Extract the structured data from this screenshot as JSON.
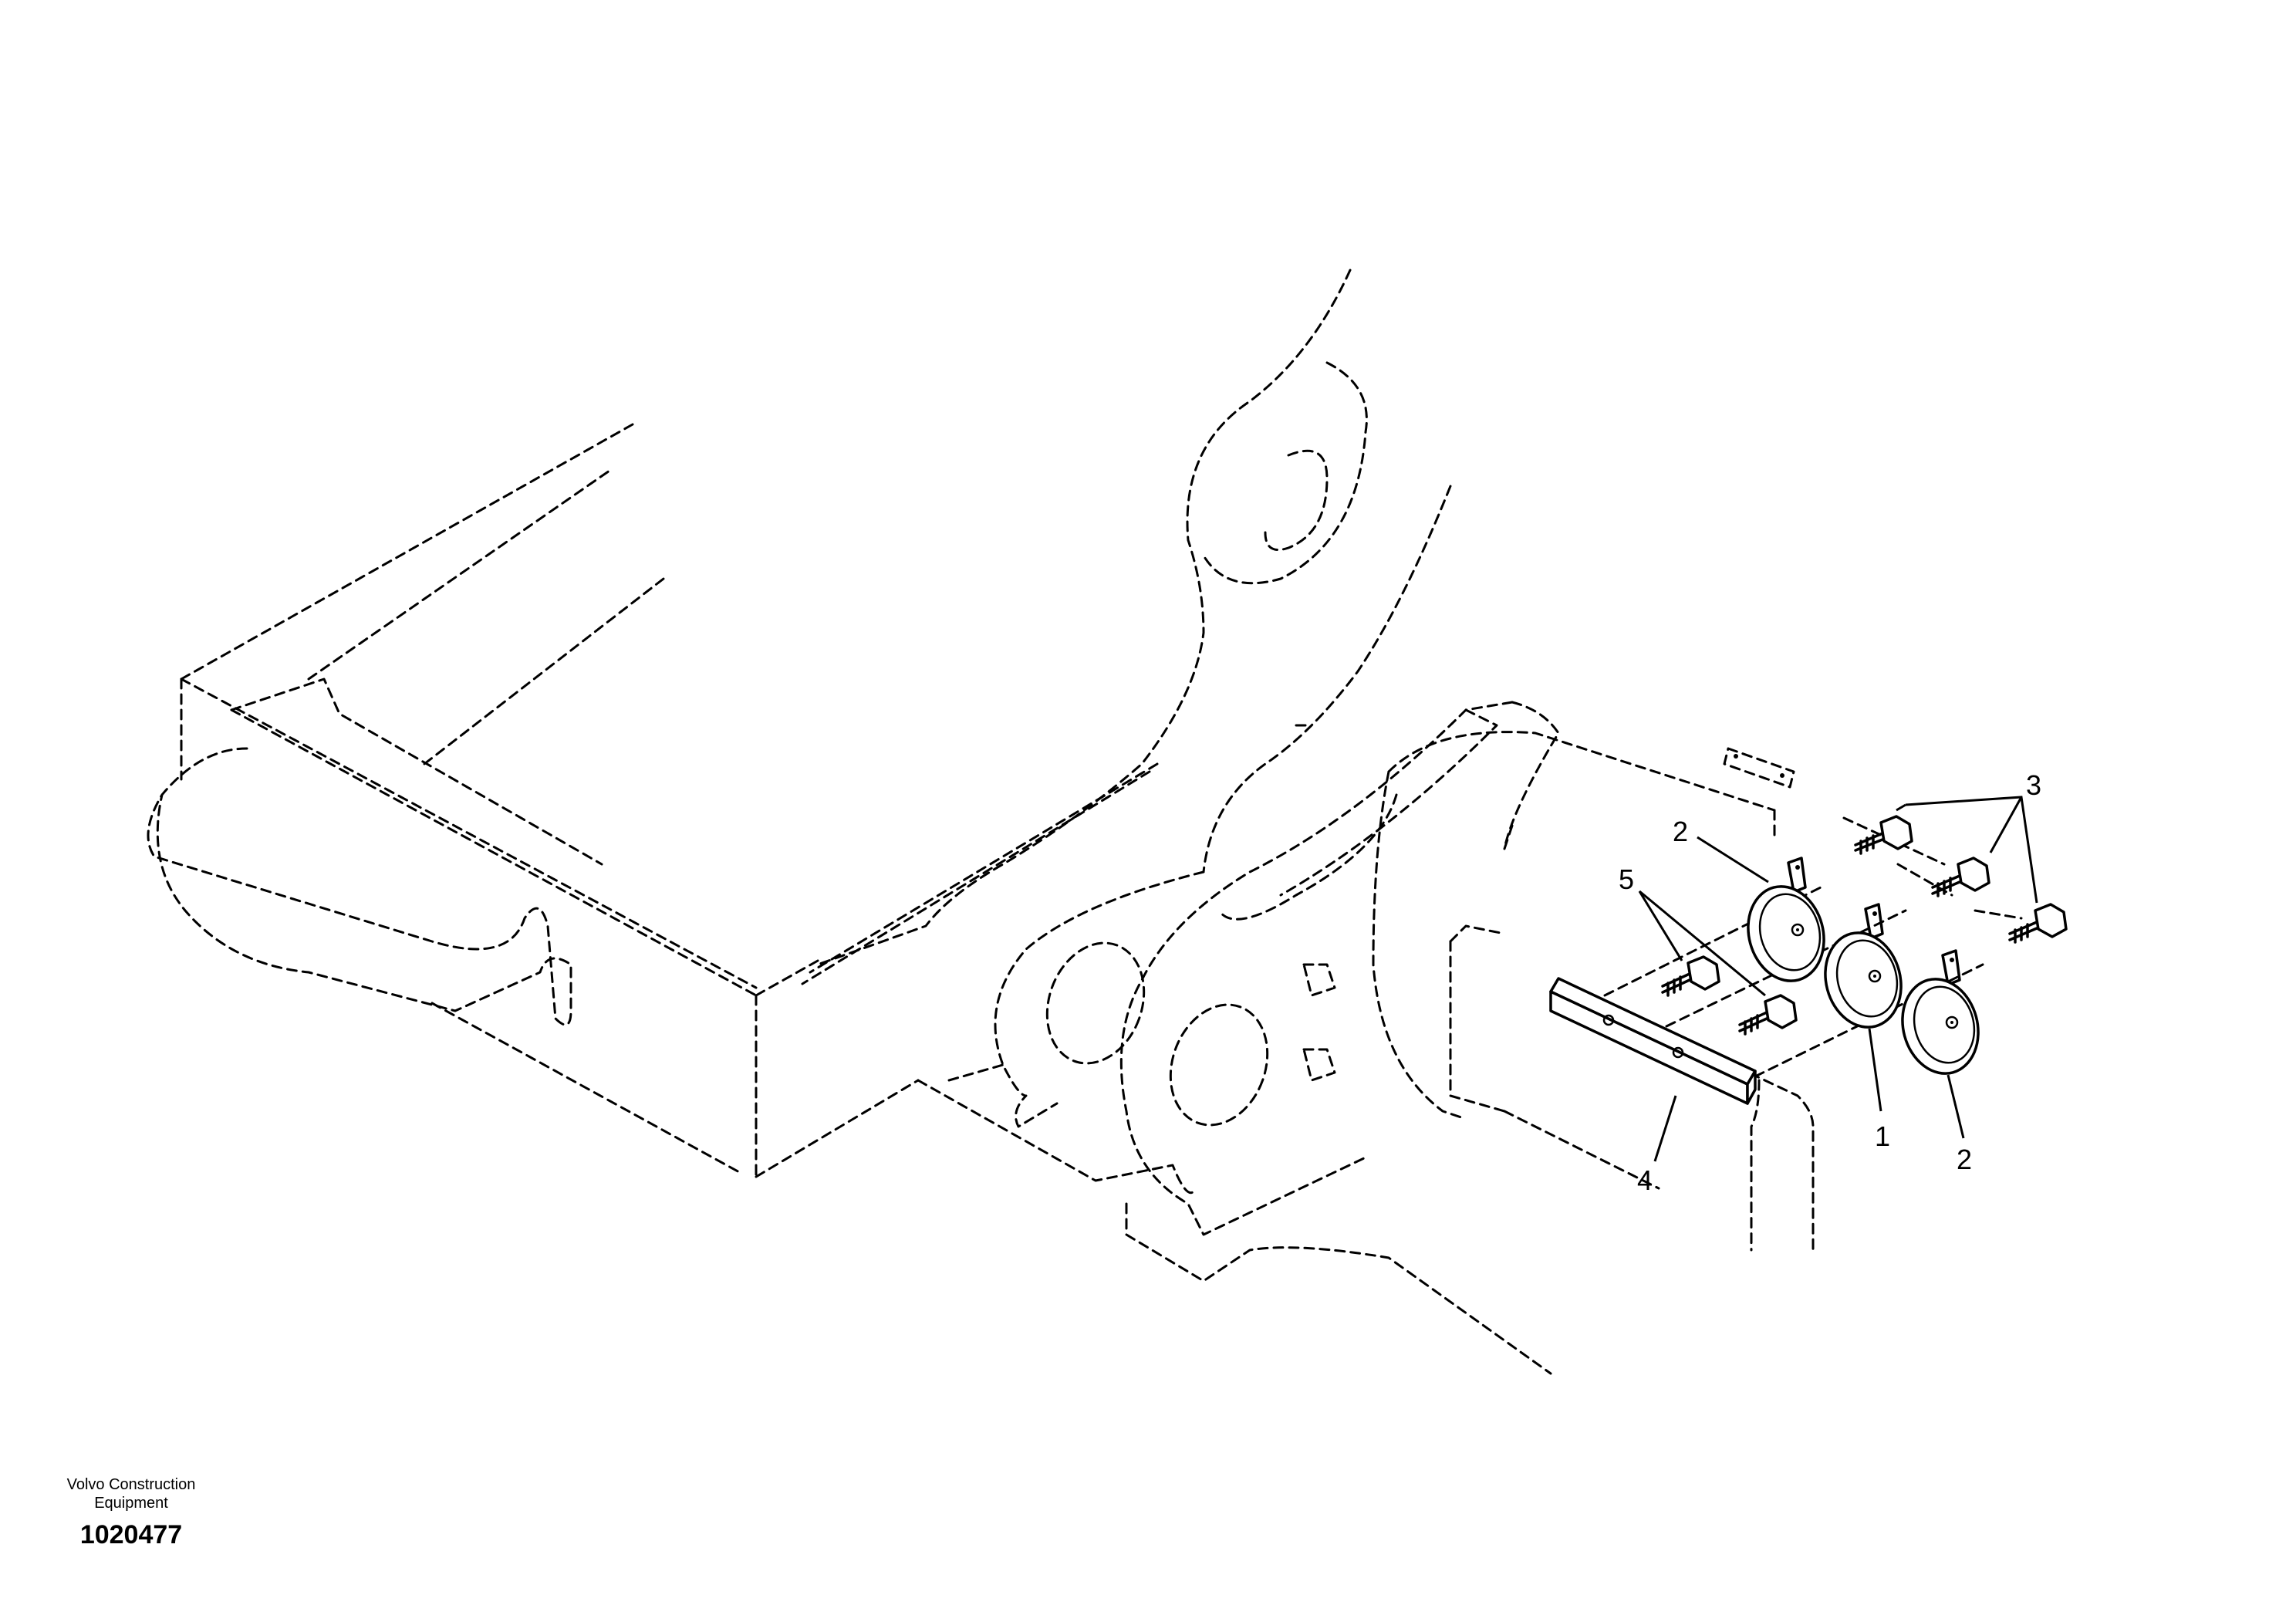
{
  "callouts": {
    "c1": "1",
    "c2a": "2",
    "c2b": "2",
    "c3": "3",
    "c4": "4",
    "c5": "5"
  },
  "footer": {
    "company_line1": "Volvo Construction",
    "company_line2": "Equipment",
    "drawing_number": "1020477"
  }
}
